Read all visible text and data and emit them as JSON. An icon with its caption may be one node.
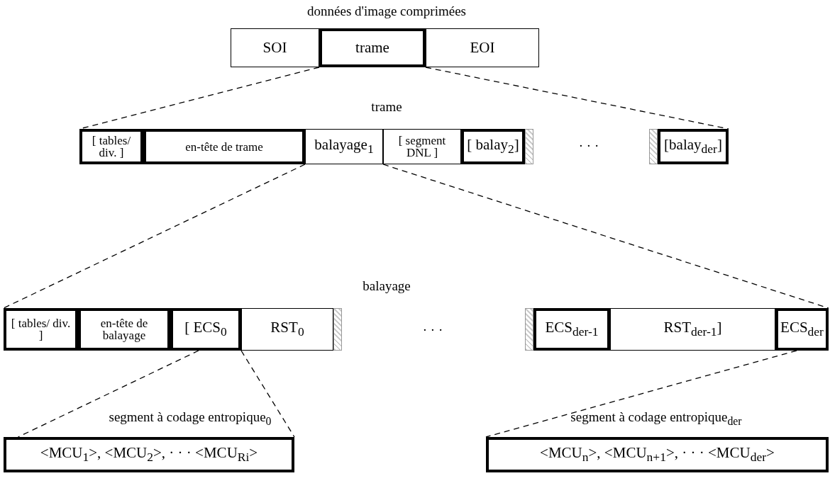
{
  "diagram": {
    "nodes": [
      {
        "text": [
          "SOI"
        ]
      },
      {
        "text": [
          "trame"
        ]
      },
      {
        "text": [
          "EOI"
        ]
      },
      {
        "text": [
          "[ tables/ div. ]"
        ]
      },
      {
        "text": [
          "en-tête de trame"
        ]
      },
      {
        "text": [
          "balayage$_{1}$"
        ]
      },
      {
        "text": [
          "[ segment DNL ]"
        ]
      },
      {
        "text": [
          "[ balay$_{2}$]"
        ]
      },
      {
        "text": [],
        "shape": "bar"
      },
      {
        "text": [],
        "shape": "bar"
      },
      {
        "text": [
          "[balay$_{der}$]"
        ]
      },
      {
        "text": [
          "[ tables/ div. ]"
        ]
      },
      {
        "text": [
          "en-tête de balayage"
        ]
      },
      {
        "text": [
          "[ ECS$_{0}$"
        ]
      },
      {
        "text": [
          "RST$_{0}$"
        ]
      },
      {
        "text": [],
        "shape": "bar"
      },
      {
        "text": [],
        "shape": "bar"
      },
      {
        "text": [
          "ECS$_{der-1}$"
        ]
      },
      {
        "text": [
          "RST$_{der-1}$]"
        ]
      },
      {
        "text": [
          "ECS$_{der}$"
        ]
      },
      {
        "text": [
          "<MCU$_{1}$>, <MCU$_{2}$>, · · · <MCU$_{Ri}$>"
        ]
      },
      {
        "text": [
          "<MCU$_{n}$>, <MCU$_{n+1}$>, · · · <MCU$_{der}$>"
        ]
      }
    ],
    "edges": [
      {
        "from": 1,
        "to": 3,
        "arrow": "none",
        "style": "dashed"
      },
      {
        "from": 1,
        "to": 10,
        "arrow": "none",
        "style": "dashed"
      },
      {
        "from": 5,
        "to": 11,
        "arrow": "none",
        "style": "dashed"
      },
      {
        "from": 5,
        "to": 19,
        "arrow": "none",
        "style": "dashed"
      },
      {
        "from": 13,
        "to": 20,
        "arrow": "none",
        "style": "dashed"
      },
      {
        "from": 13,
        "to": 20,
        "arrow": "none",
        "style": "dashed"
      },
      {
        "from": 19,
        "to": 21,
        "arrow": "none",
        "style": "dashed"
      }
    ],
    "labels": [
      "données d'image comprimées",
      "trame",
      "· · ·",
      "balayage",
      "· · ·",
      "segment à codage entropique$_{0}$",
      "segment à codage entropique$_{der}$"
    ]
  }
}
